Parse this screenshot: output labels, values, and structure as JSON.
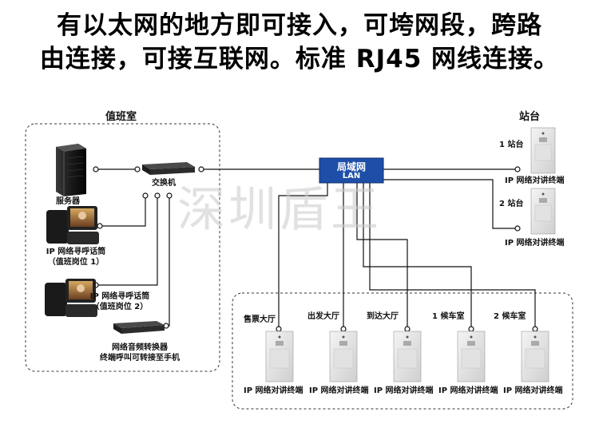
{
  "headline": {
    "line1": "有以太网的地方即可接入，可垮网段，跨路",
    "line2": "由连接，可接互联网。标准 RJ45 网线连接。"
  },
  "watermark": "深圳盾王",
  "duty_room": {
    "title": "值班室",
    "server": "服务器",
    "switch": "交换机",
    "phone1": [
      "IP 网络寻呼话筒",
      "（值班岗位 1）"
    ],
    "phone2": [
      "IP 网络寻呼话筒",
      "（值班岗位 2）"
    ],
    "converter": [
      "网络音频转换器",
      "终端呼叫可转接至手机"
    ]
  },
  "lan": {
    "name": "局域网",
    "sub": "LAN"
  },
  "station": {
    "title": "站台",
    "s1": "1 站台",
    "s2": "2 站台",
    "terminal": "IP 网络对讲终端"
  },
  "hall": {
    "ticket": "售票大厅",
    "departure": "出发大厅",
    "arrival": "到达大厅",
    "wait1": "1 候车室",
    "wait2": "2 候车室",
    "terminal": "IP 网络对讲终端"
  }
}
